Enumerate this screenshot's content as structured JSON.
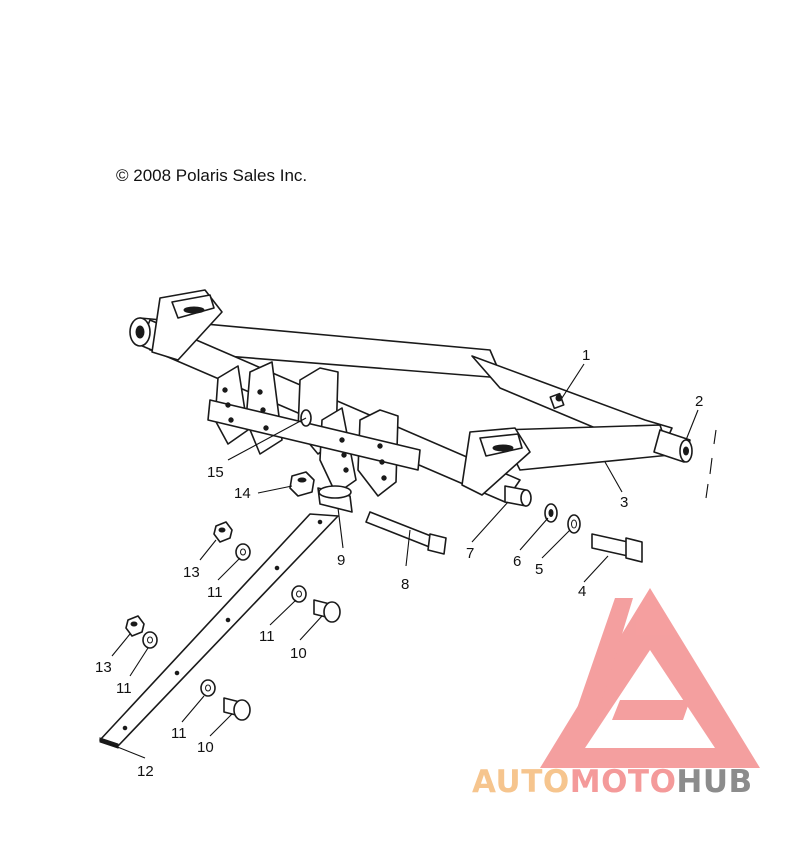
{
  "copyright": "© 2008 Polaris Sales Inc.",
  "callouts": [
    "1",
    "2",
    "3",
    "4",
    "5",
    "6",
    "7",
    "8",
    "9",
    "10",
    "10",
    "11",
    "11",
    "11",
    "11",
    "12",
    "13",
    "13",
    "14",
    "15"
  ],
  "watermark": {
    "part1": "AUTO",
    "part2": "MOTO",
    "part3": "HUB",
    "color_orange": "#f6c58e",
    "color_pink": "#f49a9a",
    "color_gray": "#8c8c8c"
  }
}
